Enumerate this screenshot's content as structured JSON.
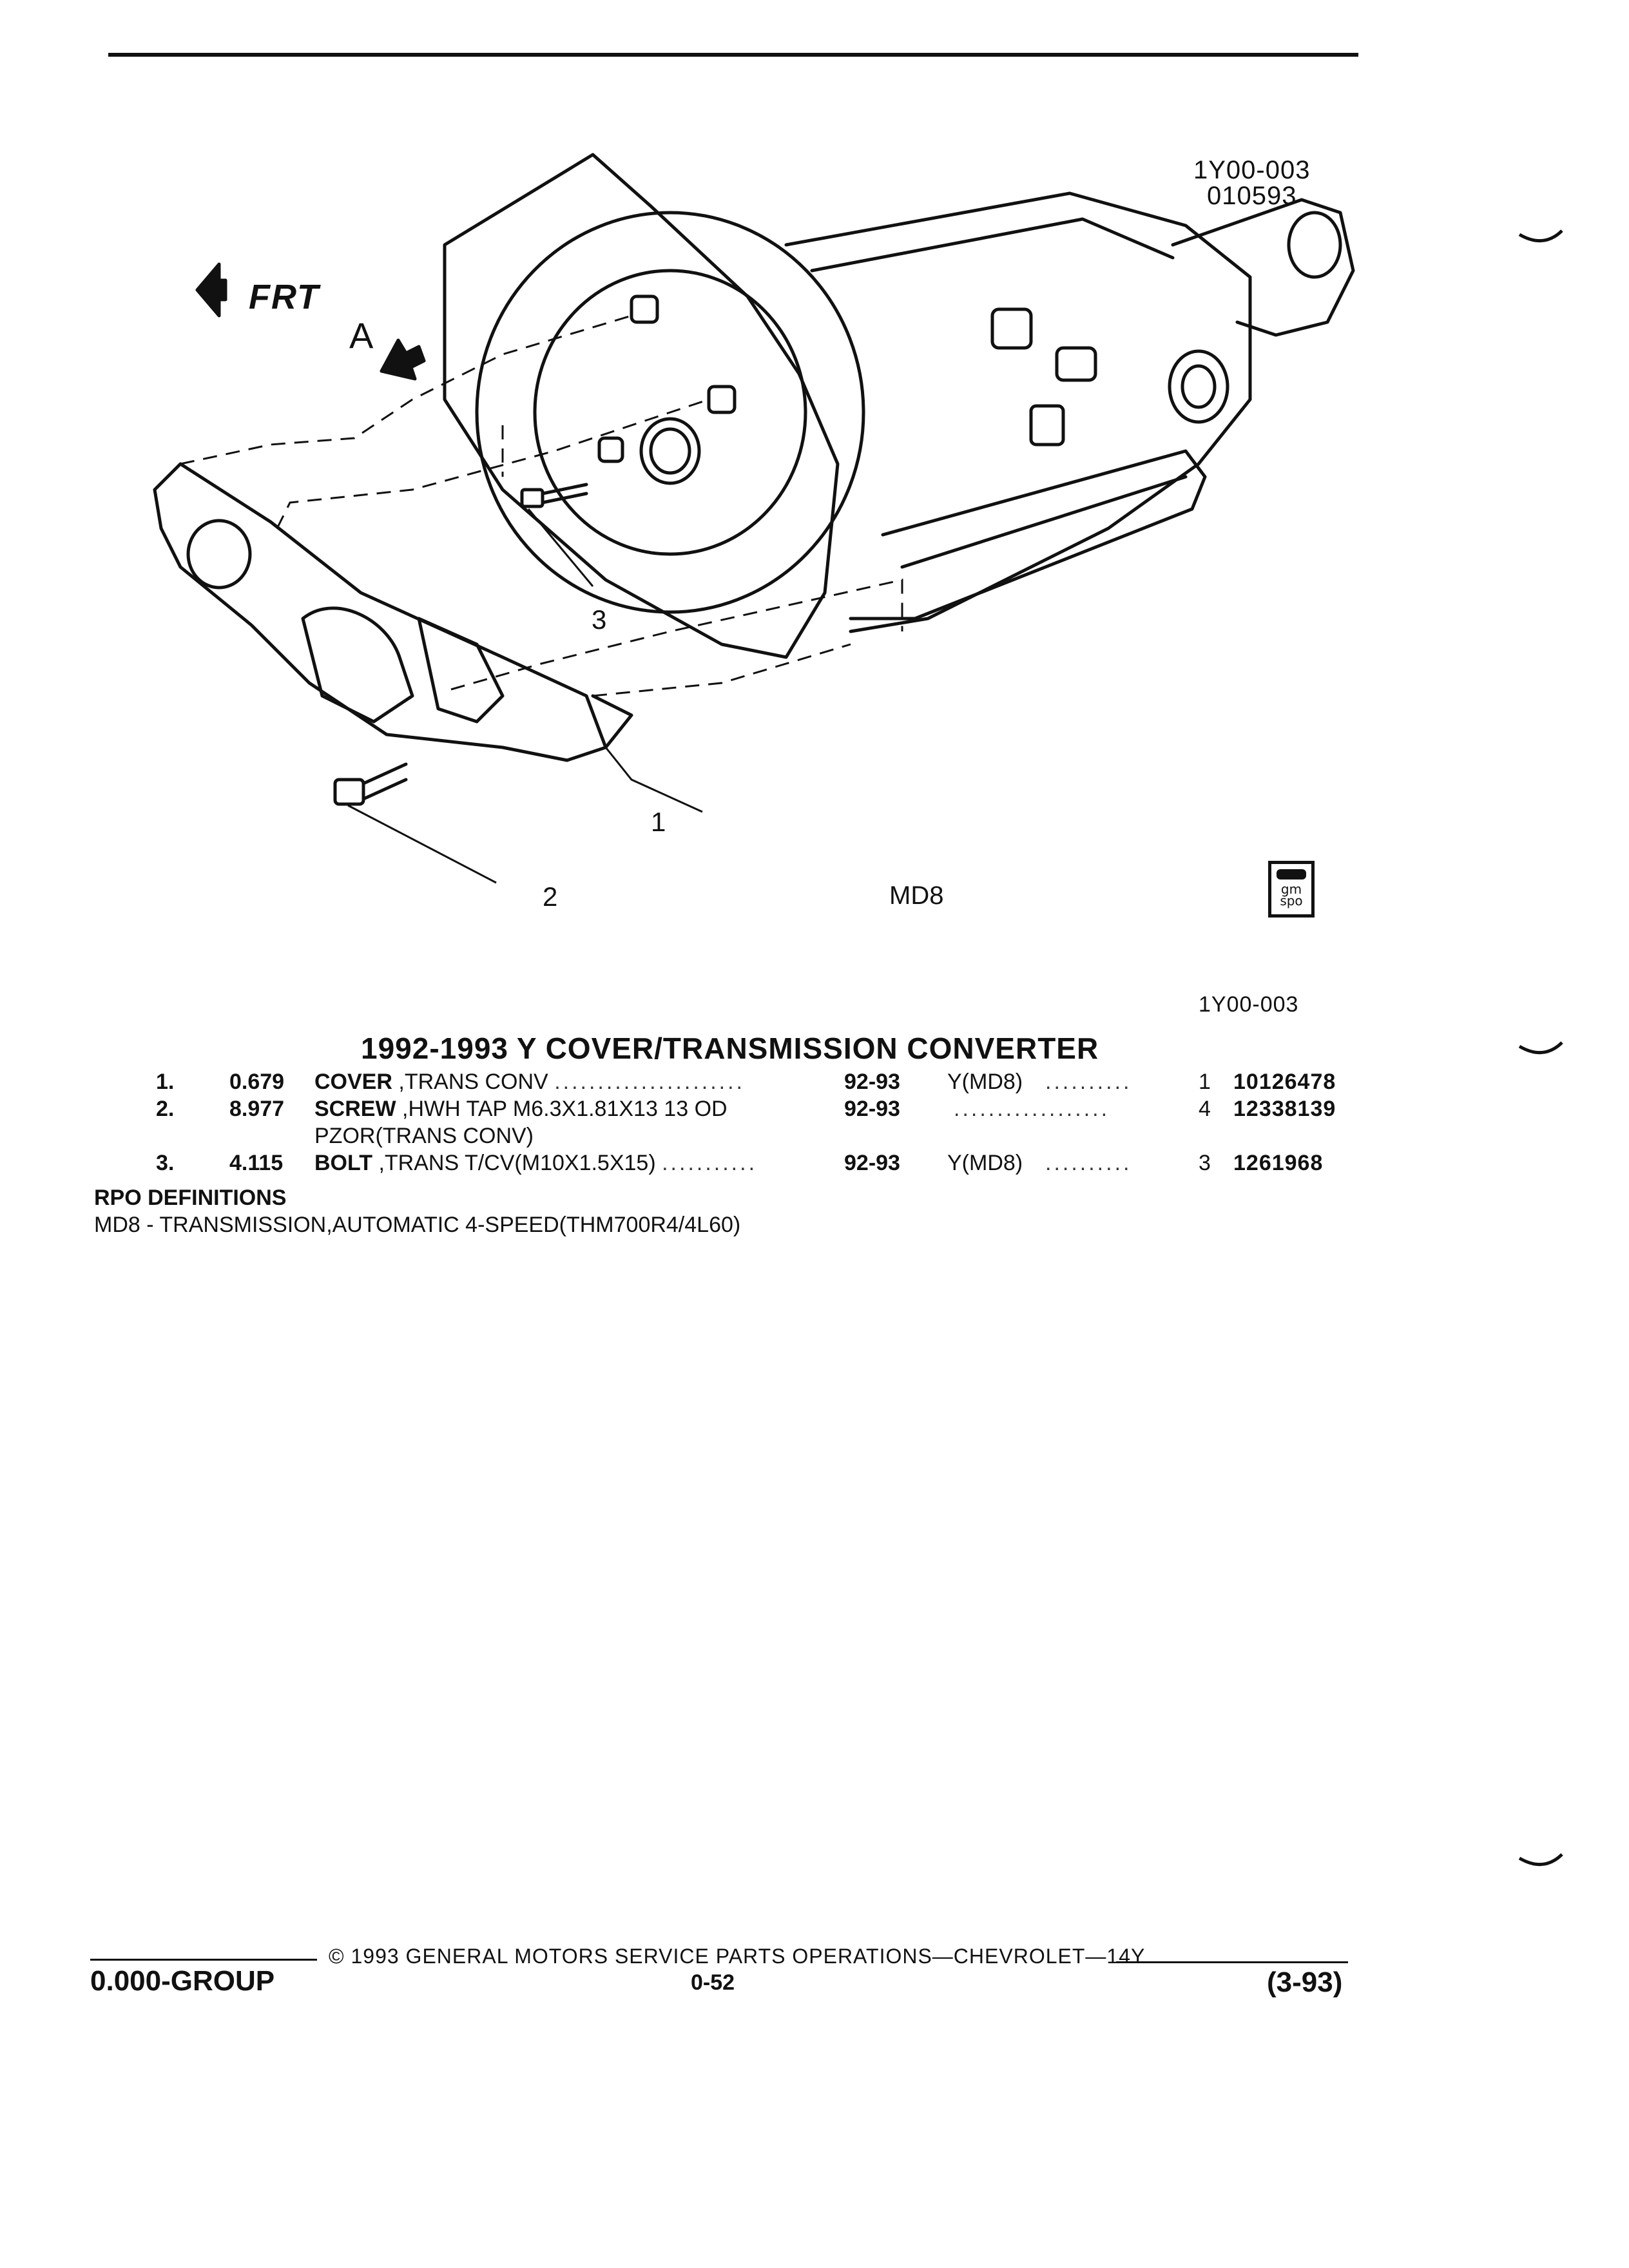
{
  "figure": {
    "id_line1": "1Y00-003",
    "id_line2": "010593",
    "front_label": "FRT",
    "view_label": "A",
    "callouts": [
      "1",
      "2",
      "3"
    ],
    "option_label": "MD8",
    "badge_text_1": "gm",
    "badge_text_2": "spo"
  },
  "reference_id": "1Y00-003",
  "section_title": "1992-1993 Y COVER/TRANSMISSION CONVERTER",
  "parts": [
    {
      "index": "1.",
      "weight": "0.679",
      "name": "COVER",
      "detail": ",TRANS CONV",
      "detail_line2": "",
      "years": "92-93",
      "rpo": "Y(MD8)",
      "qty": "1",
      "part_number": "10126478"
    },
    {
      "index": "2.",
      "weight": "8.977",
      "name": "SCREW",
      "detail": ",HWH TAP M6.3X1.81X13 13 OD",
      "detail_line2": "PZOR(TRANS CONV)",
      "years": "92-93",
      "rpo": "",
      "qty": "4",
      "part_number": "12338139"
    },
    {
      "index": "3.",
      "weight": "4.115",
      "name": "BOLT",
      "detail": ",TRANS T/CV(M10X1.5X15)",
      "detail_line2": "",
      "years": "92-93",
      "rpo": "Y(MD8)",
      "qty": "3",
      "part_number": "1261968"
    }
  ],
  "rpo_definitions": {
    "heading": "RPO DEFINITIONS",
    "entries": [
      "MD8 - TRANSMISSION,AUTOMATIC 4-SPEED(THM700R4/4L60)"
    ]
  },
  "footer": {
    "group": "0.000-GROUP",
    "copyright": "© 1993  GENERAL MOTORS SERVICE PARTS OPERATIONS—CHEVROLET—14Y",
    "page": "0-52",
    "date": "(3-93)"
  }
}
